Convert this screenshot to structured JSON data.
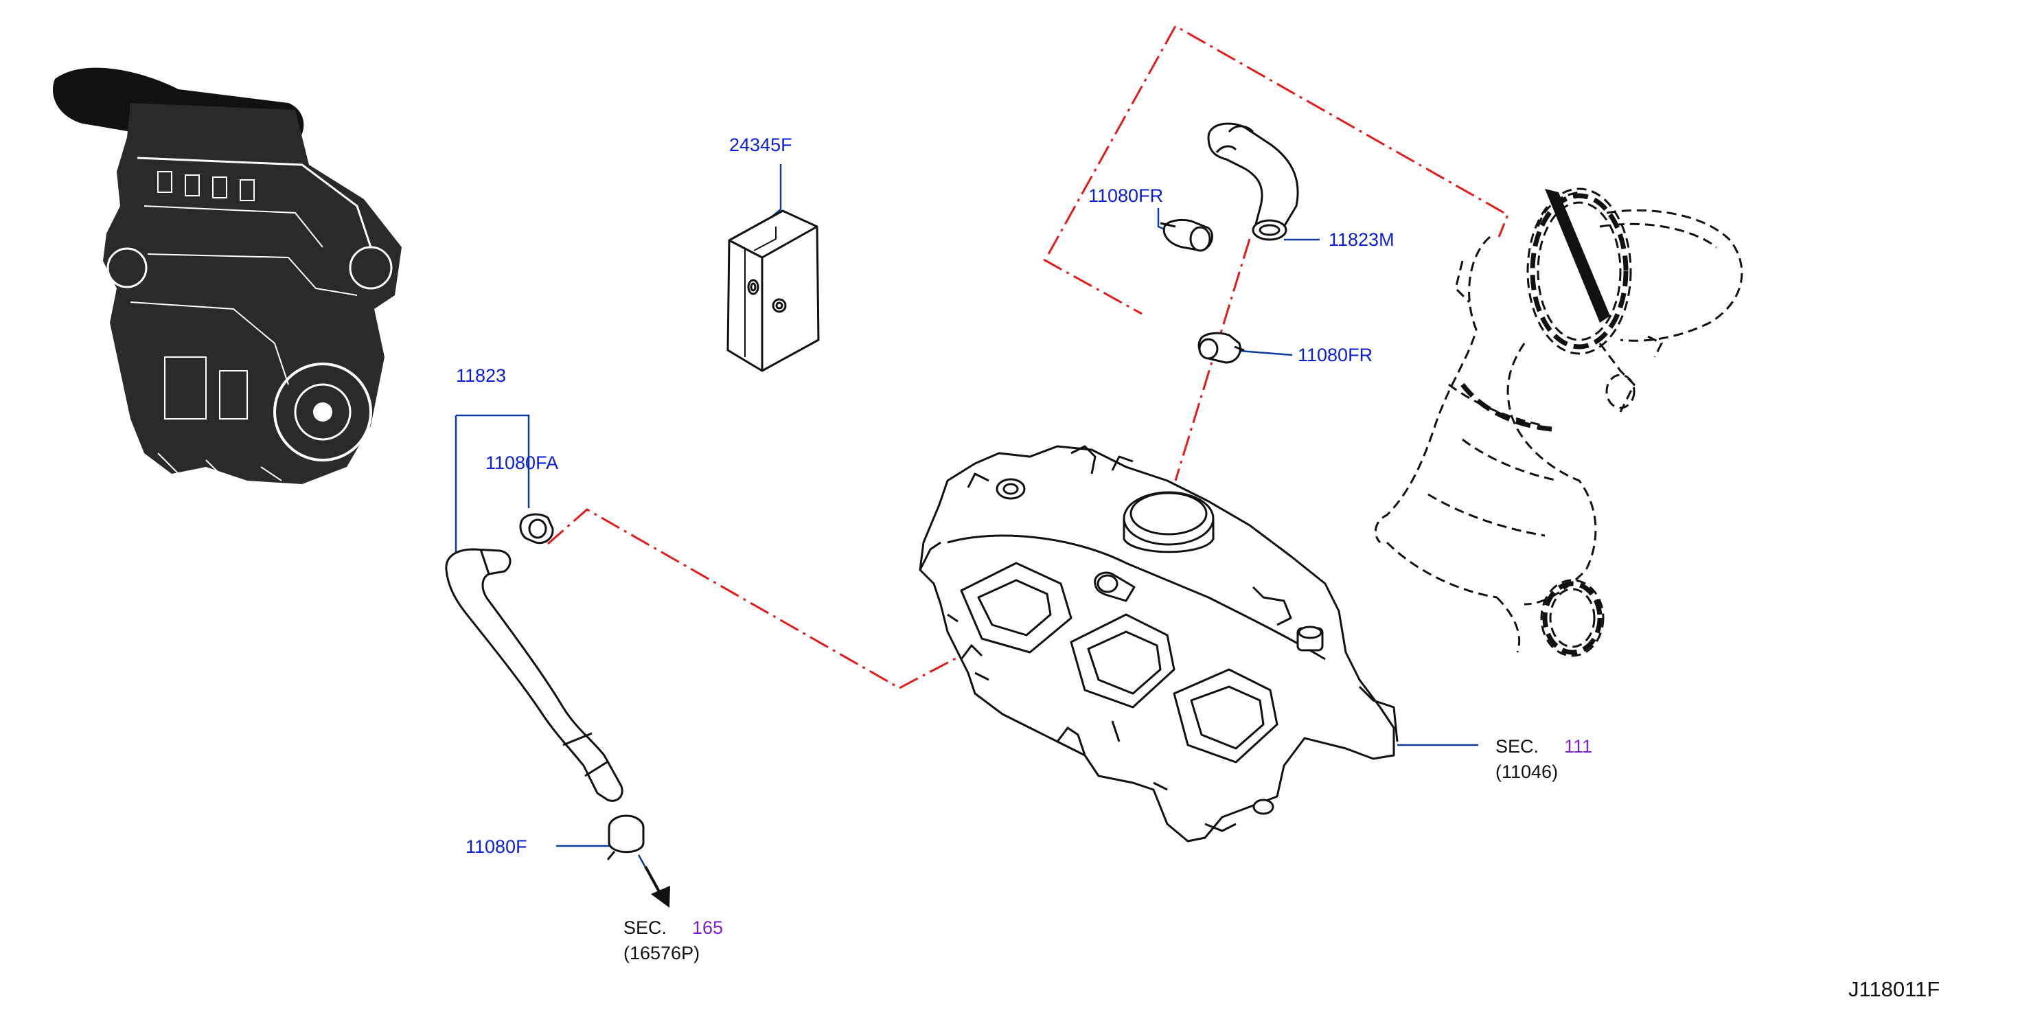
{
  "diagram_id": "J118011F",
  "colors": {
    "part_label": "#0a1ed8",
    "section_number": "#7a1fd0",
    "leader_line": "#0a3a9a",
    "dash_dot_line": "#e21b1b",
    "drawing": "#111111"
  },
  "parts": {
    "p24345F": "24345F",
    "p11080FR_top": "11080FR",
    "p11823M": "11823M",
    "p11080FR_bottom": "11080FR",
    "p11823": "11823",
    "p11080FA": "11080FA",
    "p11080F": "11080F"
  },
  "sections": {
    "sec111": {
      "prefix": "SEC.",
      "number": "111",
      "ref": "(11046)"
    },
    "sec165": {
      "prefix": "SEC.",
      "number": "165",
      "ref": "(16576P)"
    }
  }
}
